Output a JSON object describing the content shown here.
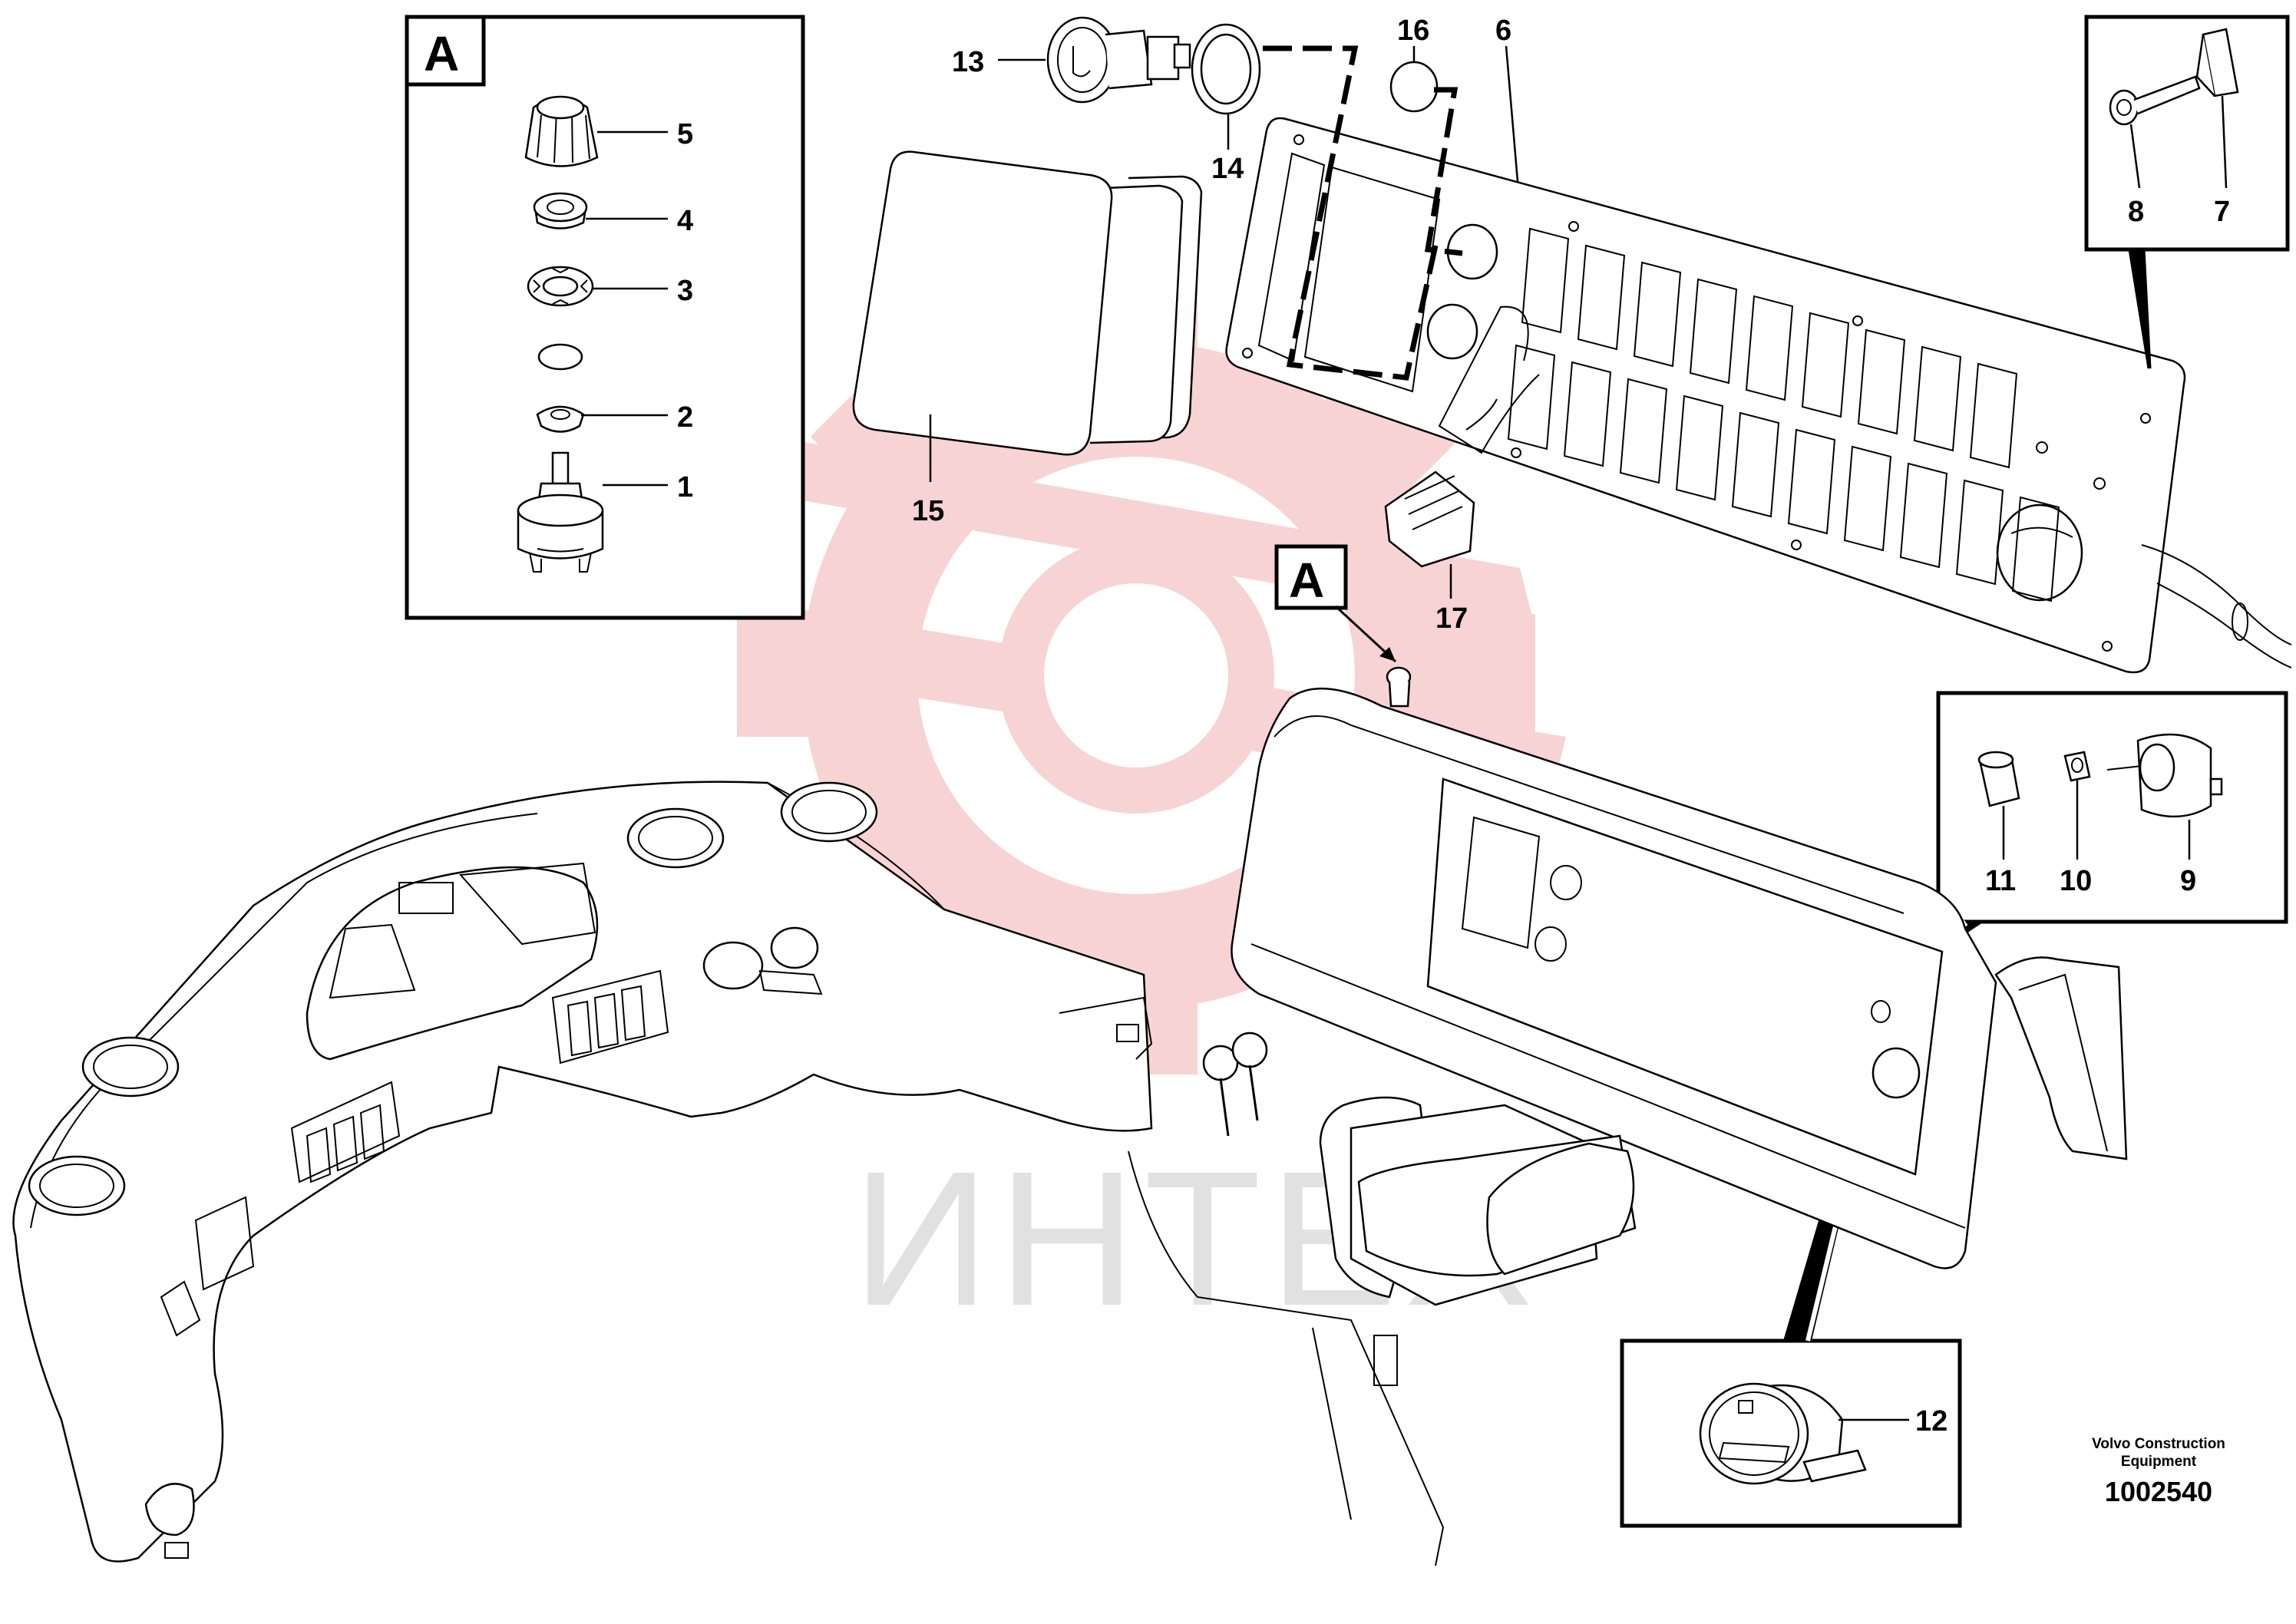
{
  "watermark": {
    "text": "ИНТЕХ",
    "gear_color": "#e23a3a"
  },
  "detail_boxes": {
    "A": "A",
    "A_pointer": "A"
  },
  "callouts": {
    "p1": "1",
    "p2": "2",
    "p3": "3",
    "p4": "4",
    "p5": "5",
    "p6": "6",
    "p7": "7",
    "p8": "8",
    "p9": "9",
    "p10": "10",
    "p11": "11",
    "p12": "12",
    "p13": "13",
    "p14": "14",
    "p15": "15",
    "p16": "16",
    "p17": "17"
  },
  "footer": {
    "credit_line1": "Volvo Construction",
    "credit_line2": "Equipment",
    "doc_number": "1002540"
  }
}
